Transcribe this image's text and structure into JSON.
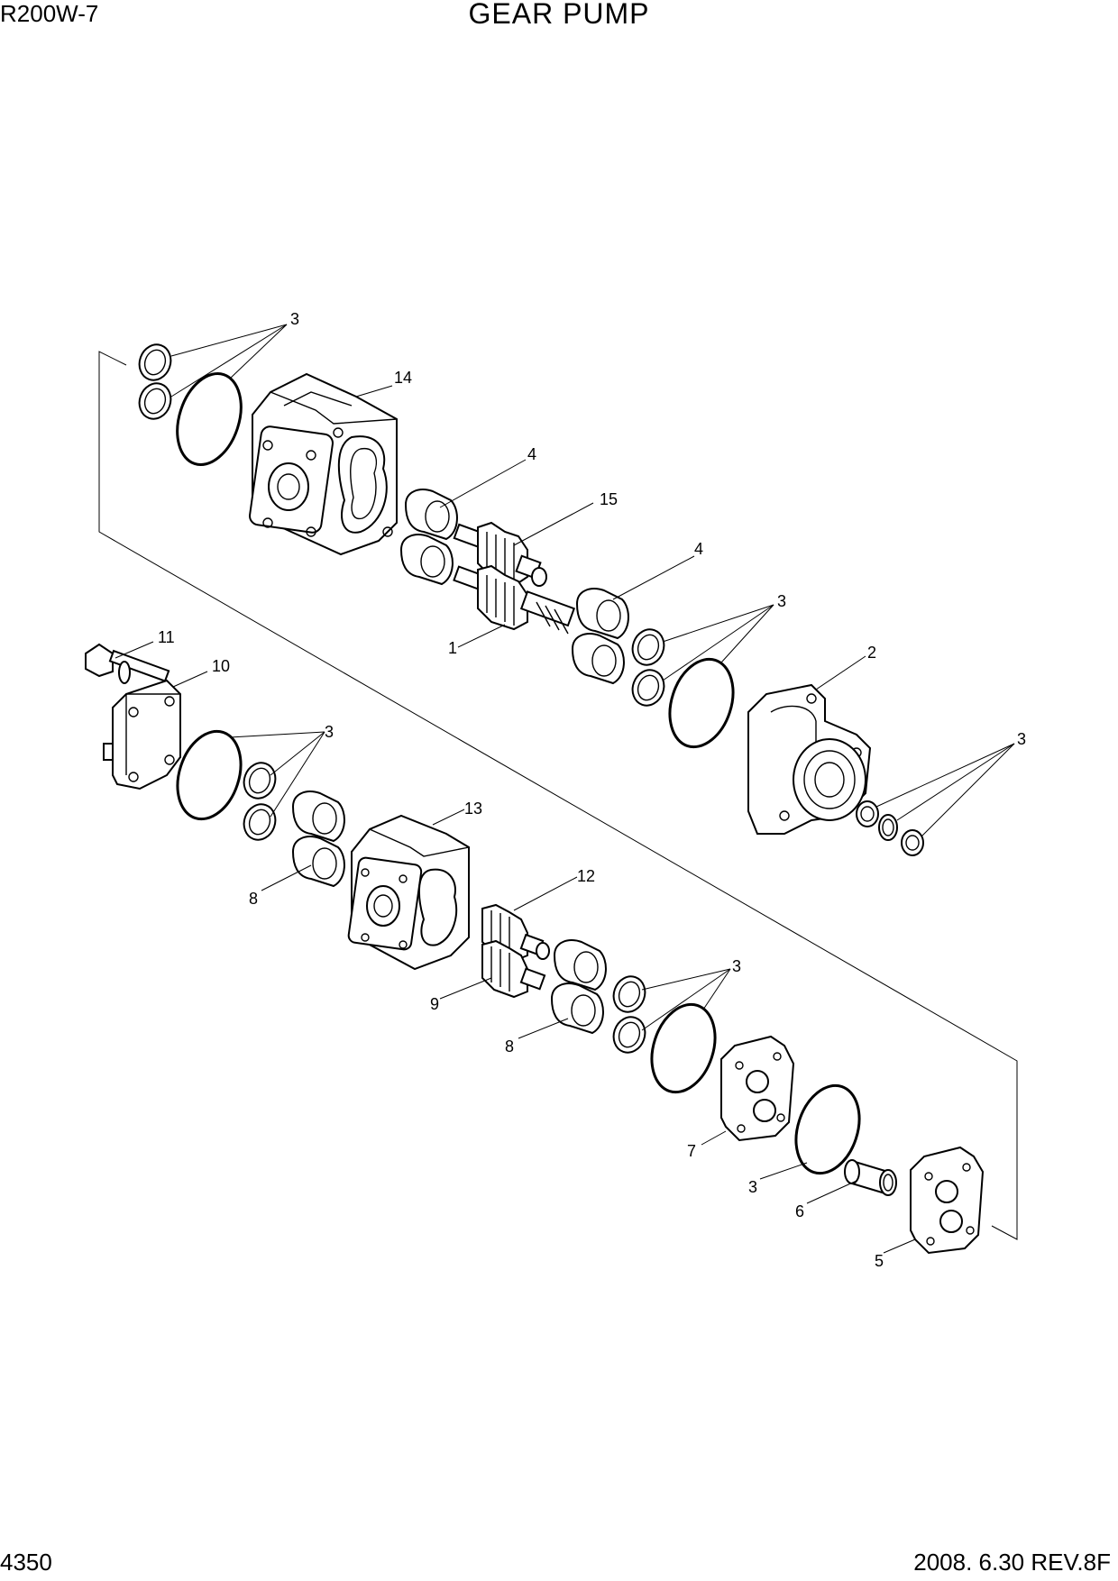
{
  "header": {
    "model": "R200W-7",
    "title": "GEAR PUMP"
  },
  "footer": {
    "page": "4350",
    "date_rev": "2008. 6.30  REV.8F"
  },
  "callouts": {
    "c3a": "3",
    "c14": "14",
    "c4a": "4",
    "c15": "15",
    "c4b": "4",
    "c1": "1",
    "c3b": "3",
    "c2": "2",
    "c11": "11",
    "c10": "10",
    "c3c": "3",
    "c3d": "3",
    "c13": "13",
    "c8a": "8",
    "c12": "12",
    "c3e": "3",
    "c9": "9",
    "c8b": "8",
    "c7": "7",
    "c3f": "3",
    "c6": "6",
    "c5": "5"
  }
}
